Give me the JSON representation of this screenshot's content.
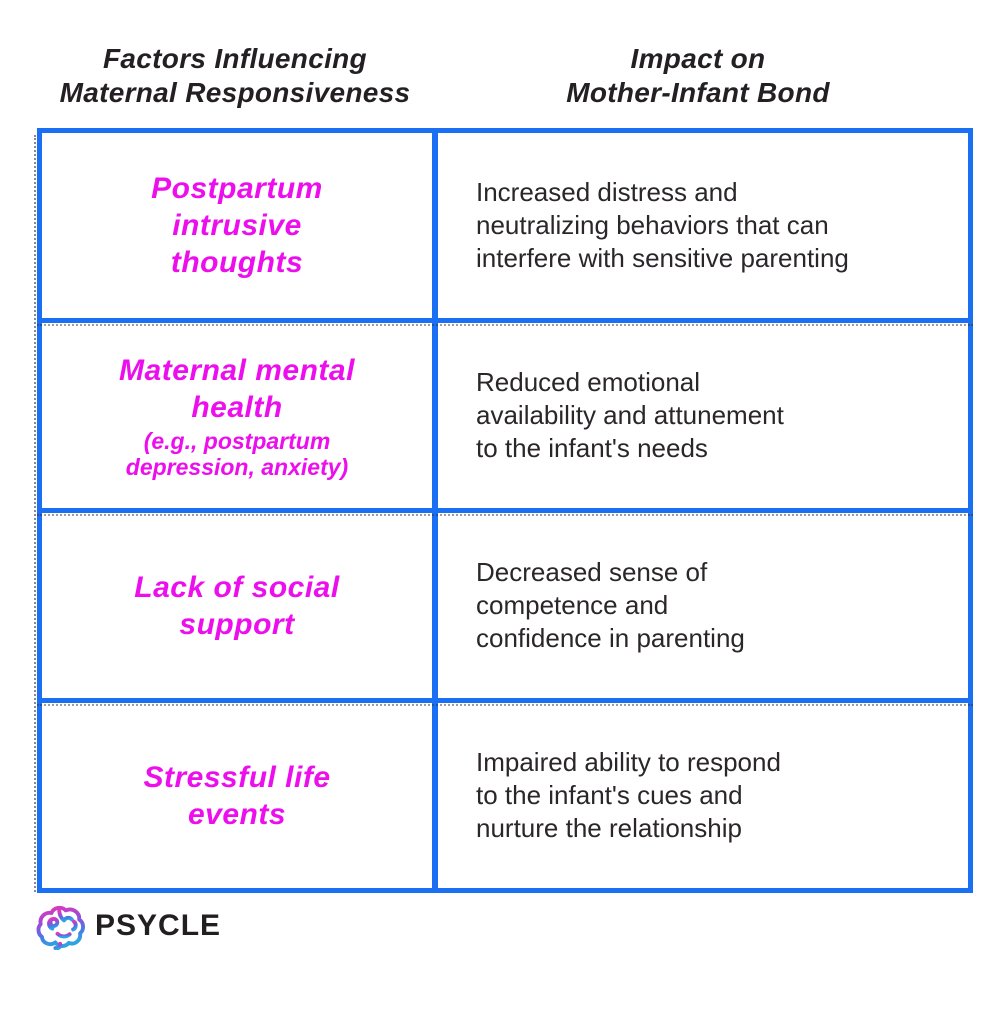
{
  "header": {
    "left": "Factors Influencing\nMaternal Responsiveness",
    "right": "Impact on\nMother-Infant Bond"
  },
  "table": {
    "border_color": "#1b6ff2",
    "factor_color": "#ed0eed",
    "impact_color": "#2a262a",
    "rows": [
      {
        "factor": "Postpartum\nintrusive\nthoughts",
        "impact": "Increased distress and\nneutralizing behaviors that can\ninterfere with sensitive parenting"
      },
      {
        "factor": "Maternal mental\nhealth",
        "factor_note": "(e.g., postpartum\ndepression, anxiety)",
        "impact": "Reduced emotional\navailability and attunement\nto the infant's needs"
      },
      {
        "factor": "Lack of social\nsupport",
        "impact": "Decreased sense of\ncompetence and\nconfidence in parenting"
      },
      {
        "factor": "Stressful life\nevents",
        "impact": "Impaired ability to respond\nto the infant's cues and\nnurture the relationship"
      }
    ]
  },
  "footer": {
    "brand": "PSYCLE",
    "logo_icon": "brain-icon",
    "logo_gradient": [
      "#e437b8",
      "#9c4bd6",
      "#4a78e6",
      "#2fa3e0"
    ]
  }
}
